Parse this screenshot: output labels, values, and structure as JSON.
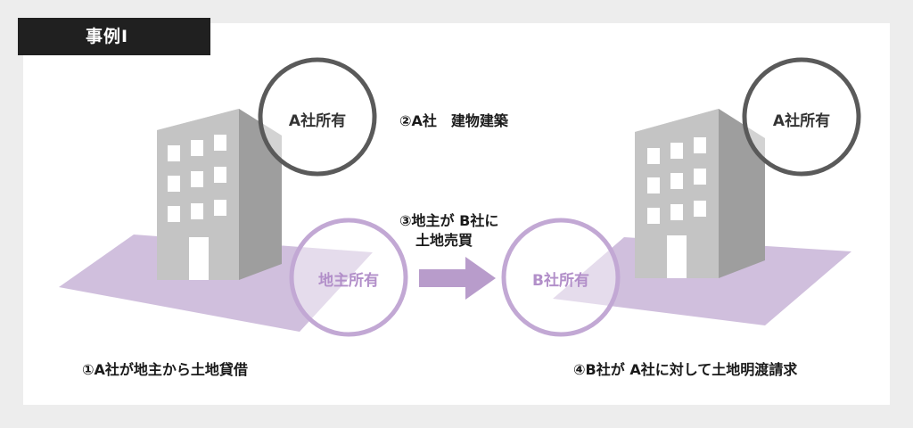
{
  "header": {
    "title": "事例Ⅰ"
  },
  "circles": {
    "left_owner_building": "A社所有",
    "left_owner_land": "地主所有",
    "right_owner_building": "A社所有",
    "right_owner_land": "B社所有"
  },
  "steps": {
    "step1": "①A社が地主から土地貸借",
    "step2": "②A社　建物建築",
    "step3_line1": "③地主が B社に",
    "step3_line2": "土地売買",
    "step4": "④B社が A社に対して土地明渡請求"
  },
  "colors": {
    "background": "#ededed",
    "panel": "#ffffff",
    "header_bg": "#202020",
    "land_purple": "#cbb8d9",
    "arrow_purple": "#b89ccb",
    "circle_gray": "#5a5a5a",
    "circle_purple": "#c2a8d4",
    "building_light": "#bdbdbd",
    "building_dark": "#a2a2a2"
  }
}
